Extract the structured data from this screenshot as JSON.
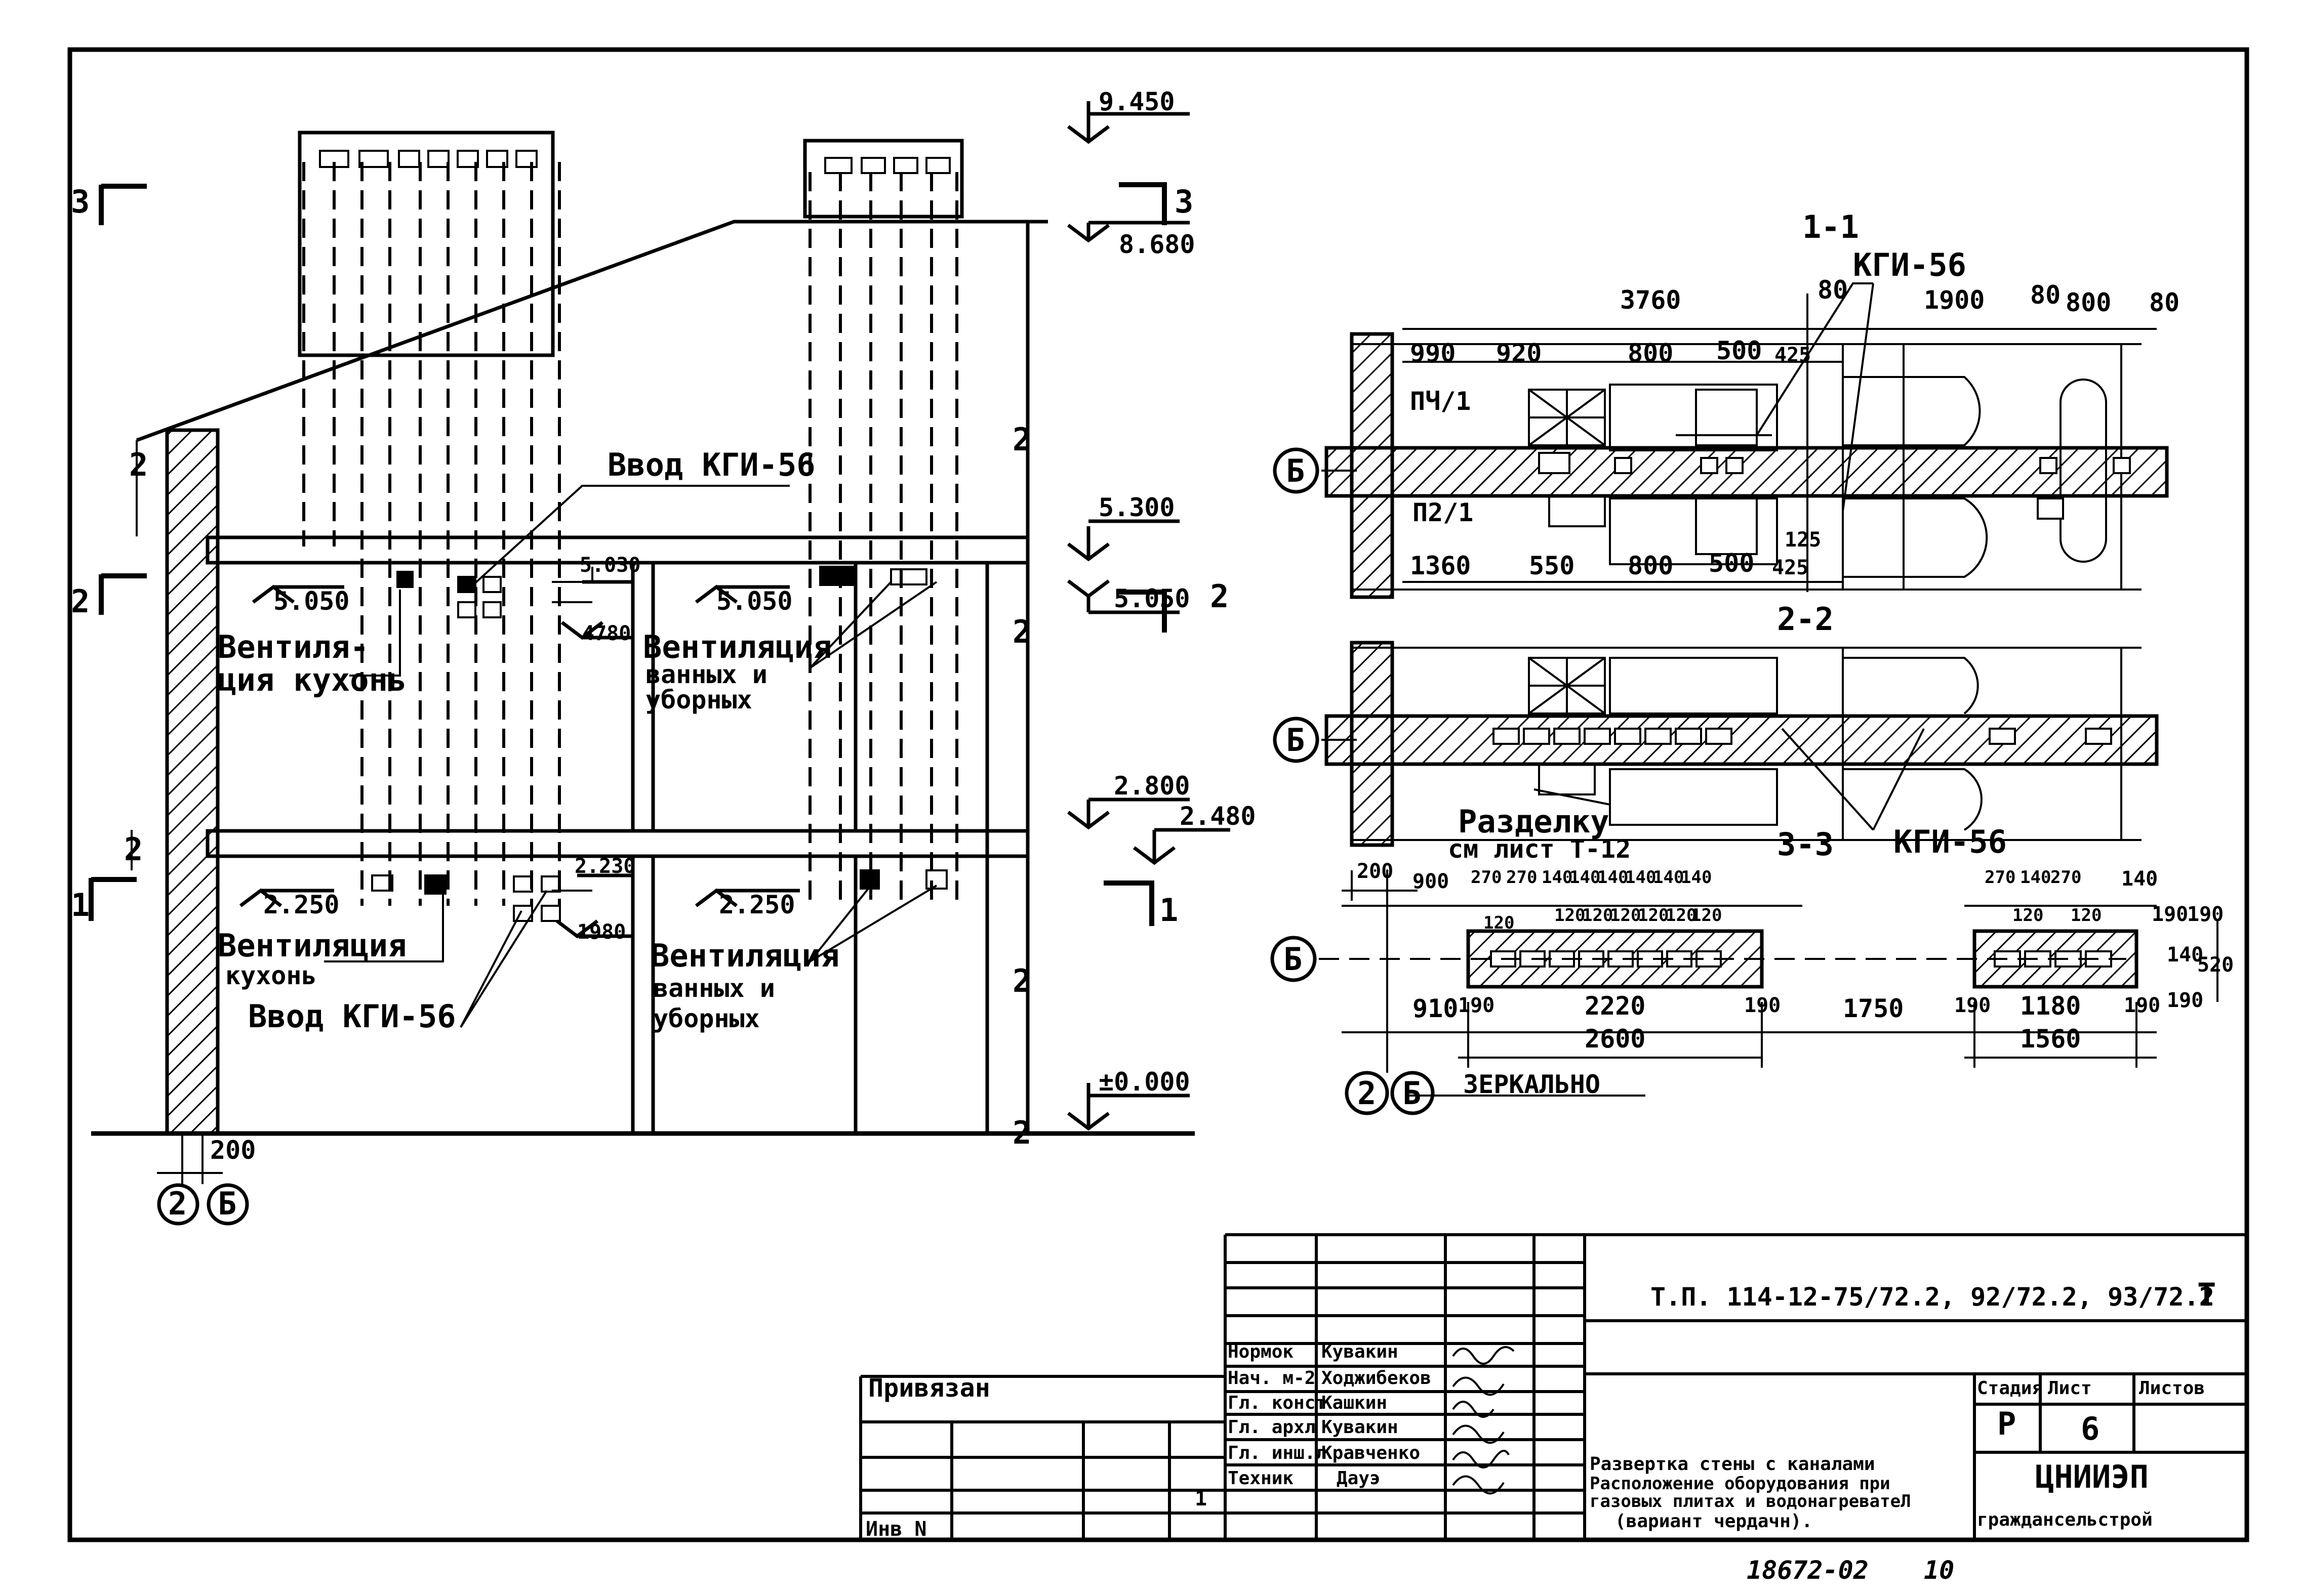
{
  "elevation": {
    "levels": {
      "l9450": "9.450",
      "l8680": "8.680",
      "l5300": "5.300",
      "l5050": "5.050",
      "l5030": "5.030",
      "l4780": "4780",
      "l2800": "2.800",
      "l2480": "2.480",
      "l2250": "2.250",
      "l2230": "2.230",
      "l1980": "1980",
      "l0000": "±0.000",
      "floor2_left": "5.050",
      "floor2_right": "5.050",
      "floor1_left": "2.250",
      "floor1_right": "2.250"
    },
    "section_marks": {
      "left_top": "3",
      "left_mid": "2",
      "left_bot": "1",
      "right_top": "3",
      "right_mid": "2",
      "right_bot": "1"
    },
    "labels": {
      "vvod_top": "Ввод КГИ-56",
      "vent_kitchen_top_a": "Вентиля-",
      "vent_kitchen_top_b": "ция кухонь",
      "vent_bath_top_a": "Вентиляция",
      "vent_bath_top_b": "ванных и",
      "vent_bath_top_c": "уборных",
      "vent_kitchen_bot_a": "Вентиляция",
      "vent_kitchen_bot_b": "кухонь",
      "vvod_bot": "Ввод КГИ-56",
      "vent_bath_bot_a": "Вентиляция",
      "vent_bath_bot_b": "ванных и",
      "vent_bath_bot_c": "уборных",
      "dim_200": "200",
      "axis_2": "2",
      "axis_b": "Б"
    }
  },
  "plans": {
    "title_11": "1-1",
    "title_22": "2-2",
    "title_33": "3-3",
    "kgi_top": "КГИ-56",
    "kgi_bot": "КГИ-56",
    "razdelku_a": "Разделку",
    "razdelku_b": "см лист Т-12",
    "pch": "ПЧ/1",
    "p2": "П2/1",
    "axis_b": "Б",
    "axis_2": "2",
    "mirror": "ЗЕРКАЛЬНО",
    "dims_11_top": [
      "3760",
      "80",
      "1900",
      "80",
      "800",
      "80"
    ],
    "dims_11_second": [
      "990",
      "920",
      "800",
      "500",
      "425"
    ],
    "dims_11_bottom": [
      "1360",
      "550",
      "800",
      "500",
      "425"
    ],
    "dim_125": "125",
    "dims_33_top": [
      "200",
      "900",
      "270",
      "270",
      "140",
      "140",
      "140",
      "140",
      "140",
      "140",
      "270",
      "140",
      "270",
      "140"
    ],
    "dims_33_sub": [
      "120",
      "120",
      "120",
      "120",
      "120",
      "120",
      "120",
      "120",
      "120"
    ],
    "dims_33_side": [
      "190",
      "190",
      "140",
      "520",
      "190"
    ],
    "dims_33_bottom": [
      "910",
      "190",
      "2220",
      "190",
      "1750",
      "190",
      "1180",
      "190"
    ],
    "dims_33_total": [
      "2600",
      "1560"
    ]
  },
  "title_block": {
    "doc_code": "Т.П. 114-12-75/72.2, 92/72.2, 93/72.2",
    "sheet_type": "Т",
    "privyazan": "Привязан",
    "inv": "Инв N",
    "roles": [
      "Нормок",
      "Нач. м-2",
      "Гл. конст",
      "Гл. архл",
      "Гл. инш.л",
      "Техник"
    ],
    "names": [
      "Кувакин",
      "Ходжибеков",
      "Кашкин",
      "Кувакин",
      "Кравченко",
      "Дауэ"
    ],
    "stage_label": "Стадия",
    "sheet_label": "Лист",
    "sheets_label": "Листов",
    "stage": "Р",
    "sheet": "6",
    "sheets": "",
    "title_lines": [
      "Развертка стены с каналами",
      "Расположение оборудования при",
      "газовых плитах и водонагреватеЛ",
      "(вариант чердачн)."
    ],
    "org_a": "ЦНИИЭП",
    "org_b": "граждансельстрой",
    "num_1": "1",
    "bottom_code": "18672-02",
    "bottom_page": "10"
  }
}
